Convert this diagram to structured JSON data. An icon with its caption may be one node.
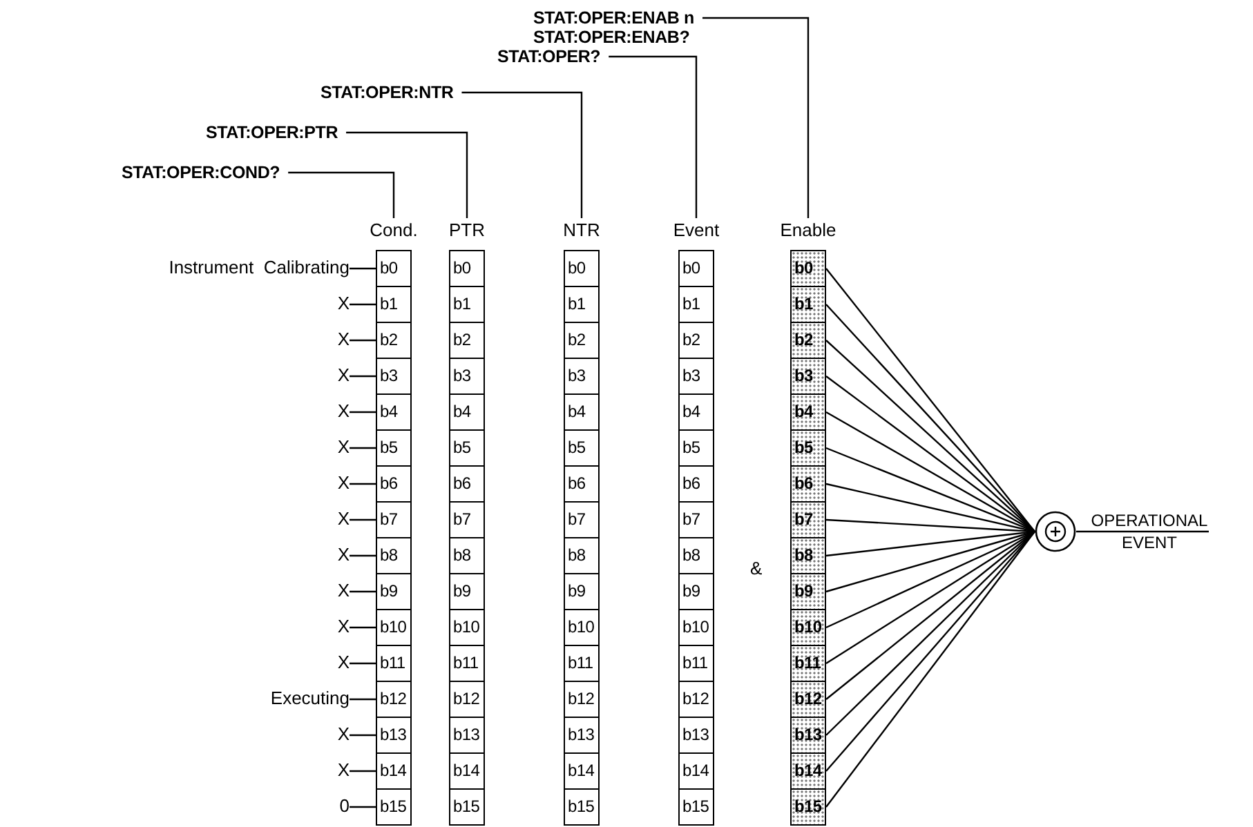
{
  "diagram": {
    "nodes": [
      {
        "text": [
          "STAT:OPER:ENAB  n",
          "STAT:OPER:ENAB?"
        ]
      },
      {
        "text": [
          "STAT:OPER?"
        ]
      },
      {
        "text": [
          "STAT:OPER:NTR"
        ]
      },
      {
        "text": [
          "STAT:OPER:PTR"
        ]
      },
      {
        "text": [
          "STAT:OPER:COND?"
        ]
      },
      {
        "text": [
          "Instrument  Calibrating"
        ]
      },
      {
        "text": [
          "X"
        ]
      },
      {
        "text": [
          "X"
        ]
      },
      {
        "text": [
          "X"
        ]
      },
      {
        "text": [
          "X"
        ]
      },
      {
        "text": [
          "X"
        ]
      },
      {
        "text": [
          "X"
        ]
      },
      {
        "text": [
          "X"
        ]
      },
      {
        "text": [
          "X"
        ]
      },
      {
        "text": [
          "X"
        ]
      },
      {
        "text": [
          "X"
        ]
      },
      {
        "text": [
          "X"
        ]
      },
      {
        "text": [
          "Executing"
        ]
      },
      {
        "text": [
          "X"
        ]
      },
      {
        "text": [
          "X"
        ]
      },
      {
        "text": [
          "0"
        ]
      },
      {
        "text": [
          "Cond."
        ]
      },
      {
        "text": [
          "b0"
        ],
        "in": 21
      },
      {
        "text": [
          "b1"
        ],
        "in": 21
      },
      {
        "text": [
          "b2"
        ],
        "in": 21
      },
      {
        "text": [
          "b3"
        ],
        "in": 21
      },
      {
        "text": [
          "b4"
        ],
        "in": 21
      },
      {
        "text": [
          "b5"
        ],
        "in": 21
      },
      {
        "text": [
          "b6"
        ],
        "in": 21
      },
      {
        "text": [
          "b7"
        ],
        "in": 21
      },
      {
        "text": [
          "b8"
        ],
        "in": 21
      },
      {
        "text": [
          "b9"
        ],
        "in": 21
      },
      {
        "text": [
          "b10"
        ],
        "in": 21
      },
      {
        "text": [
          "b11"
        ],
        "in": 21
      },
      {
        "text": [
          "b12"
        ],
        "in": 21
      },
      {
        "text": [
          "b13"
        ],
        "in": 21
      },
      {
        "text": [
          "b14"
        ],
        "in": 21
      },
      {
        "text": [
          "b15"
        ],
        "in": 21
      },
      {
        "text": [
          "PTR"
        ]
      },
      {
        "text": [
          "b0"
        ],
        "in": 38
      },
      {
        "text": [
          "b1"
        ],
        "in": 38
      },
      {
        "text": [
          "b2"
        ],
        "in": 38
      },
      {
        "text": [
          "b3"
        ],
        "in": 38
      },
      {
        "text": [
          "b4"
        ],
        "in": 38
      },
      {
        "text": [
          "b5"
        ],
        "in": 38
      },
      {
        "text": [
          "b6"
        ],
        "in": 38
      },
      {
        "text": [
          "b7"
        ],
        "in": 38
      },
      {
        "text": [
          "b8"
        ],
        "in": 38
      },
      {
        "text": [
          "b9"
        ],
        "in": 38
      },
      {
        "text": [
          "b10"
        ],
        "in": 38
      },
      {
        "text": [
          "b11"
        ],
        "in": 38
      },
      {
        "text": [
          "b12"
        ],
        "in": 38
      },
      {
        "text": [
          "b13"
        ],
        "in": 38
      },
      {
        "text": [
          "b14"
        ],
        "in": 38
      },
      {
        "text": [
          "b15"
        ],
        "in": 38
      },
      {
        "text": [
          "NTR"
        ]
      },
      {
        "text": [
          "b0"
        ],
        "in": 55
      },
      {
        "text": [
          "b1"
        ],
        "in": 55
      },
      {
        "text": [
          "b2"
        ],
        "in": 55
      },
      {
        "text": [
          "b3"
        ],
        "in": 55
      },
      {
        "text": [
          "b4"
        ],
        "in": 55
      },
      {
        "text": [
          "b5"
        ],
        "in": 55
      },
      {
        "text": [
          "b6"
        ],
        "in": 55
      },
      {
        "text": [
          "b7"
        ],
        "in": 55
      },
      {
        "text": [
          "b8"
        ],
        "in": 55
      },
      {
        "text": [
          "b9"
        ],
        "in": 55
      },
      {
        "text": [
          "b10"
        ],
        "in": 55
      },
      {
        "text": [
          "b11"
        ],
        "in": 55
      },
      {
        "text": [
          "b12"
        ],
        "in": 55
      },
      {
        "text": [
          "b13"
        ],
        "in": 55
      },
      {
        "text": [
          "b14"
        ],
        "in": 55
      },
      {
        "text": [
          "b15"
        ],
        "in": 55
      },
      {
        "text": [
          "Event"
        ]
      },
      {
        "text": [
          "b0"
        ],
        "in": 72
      },
      {
        "text": [
          "b1"
        ],
        "in": 72
      },
      {
        "text": [
          "b2"
        ],
        "in": 72
      },
      {
        "text": [
          "b3"
        ],
        "in": 72
      },
      {
        "text": [
          "b4"
        ],
        "in": 72
      },
      {
        "text": [
          "b5"
        ],
        "in": 72
      },
      {
        "text": [
          "b6"
        ],
        "in": 72
      },
      {
        "text": [
          "b7"
        ],
        "in": 72
      },
      {
        "text": [
          "b8"
        ],
        "in": 72
      },
      {
        "text": [
          "b9"
        ],
        "in": 72
      },
      {
        "text": [
          "b10"
        ],
        "in": 72
      },
      {
        "text": [
          "b11"
        ],
        "in": 72
      },
      {
        "text": [
          "b12"
        ],
        "in": 72
      },
      {
        "text": [
          "b13"
        ],
        "in": 72
      },
      {
        "text": [
          "b14"
        ],
        "in": 72
      },
      {
        "text": [
          "b15"
        ],
        "in": 72
      },
      {
        "text": [
          "Enable"
        ]
      },
      {
        "text": [
          "b0"
        ],
        "in": 89
      },
      {
        "text": [
          "b1"
        ],
        "in": 89
      },
      {
        "text": [
          "b2"
        ],
        "in": 89
      },
      {
        "text": [
          "b3"
        ],
        "in": 89
      },
      {
        "text": [
          "b4"
        ],
        "in": 89
      },
      {
        "text": [
          "b5"
        ],
        "in": 89
      },
      {
        "text": [
          "b6"
        ],
        "in": 89
      },
      {
        "text": [
          "b7"
        ],
        "in": 89
      },
      {
        "text": [
          "b8"
        ],
        "in": 89
      },
      {
        "text": [
          "b9"
        ],
        "in": 89
      },
      {
        "text": [
          "b10"
        ],
        "in": 89
      },
      {
        "text": [
          "b11"
        ],
        "in": 89
      },
      {
        "text": [
          "b12"
        ],
        "in": 89
      },
      {
        "text": [
          "b13"
        ],
        "in": 89
      },
      {
        "text": [
          "b14"
        ],
        "in": 89
      },
      {
        "text": [
          "b15"
        ],
        "in": 89
      },
      {
        "text": [],
        "shape": "circle"
      },
      {
        "text": [
          "OPERATIONAL EVENT"
        ]
      }
    ],
    "edges": [
      {
        "from": 0,
        "to": 89,
        "arrow": "none"
      },
      {
        "from": 1,
        "to": 72,
        "arrow": "none"
      },
      {
        "from": 2,
        "to": 55,
        "arrow": "none"
      },
      {
        "from": 3,
        "to": 38,
        "arrow": "none"
      },
      {
        "from": 4,
        "to": 21,
        "arrow": "none"
      },
      {
        "from": 5,
        "to": 22,
        "arrow": "none"
      },
      {
        "from": 6,
        "to": 23,
        "arrow": "none"
      },
      {
        "from": 7,
        "to": 24,
        "arrow": "none"
      },
      {
        "from": 8,
        "to": 25,
        "arrow": "none"
      },
      {
        "from": 9,
        "to": 26,
        "arrow": "none"
      },
      {
        "from": 10,
        "to": 27,
        "arrow": "none"
      },
      {
        "from": 11,
        "to": 28,
        "arrow": "none"
      },
      {
        "from": 12,
        "to": 29,
        "arrow": "none"
      },
      {
        "from": 13,
        "to": 30,
        "arrow": "none"
      },
      {
        "from": 14,
        "to": 31,
        "arrow": "none"
      },
      {
        "from": 15,
        "to": 32,
        "arrow": "none"
      },
      {
        "from": 16,
        "to": 33,
        "arrow": "none"
      },
      {
        "from": 17,
        "to": 34,
        "arrow": "none"
      },
      {
        "from": 18,
        "to": 35,
        "arrow": "none"
      },
      {
        "from": 19,
        "to": 36,
        "arrow": "none"
      },
      {
        "from": 20,
        "to": 37,
        "arrow": "none"
      },
      {
        "from": 90,
        "to": 106,
        "arrow": "none"
      },
      {
        "from": 91,
        "to": 106,
        "arrow": "none"
      },
      {
        "from": 92,
        "to": 106,
        "arrow": "none"
      },
      {
        "from": 93,
        "to": 106,
        "arrow": "none"
      },
      {
        "from": 94,
        "to": 106,
        "arrow": "none"
      },
      {
        "from": 95,
        "to": 106,
        "arrow": "none"
      },
      {
        "from": 96,
        "to": 106,
        "arrow": "none"
      },
      {
        "from": 97,
        "to": 106,
        "arrow": "none"
      },
      {
        "from": 98,
        "to": 106,
        "arrow": "none"
      },
      {
        "from": 99,
        "to": 106,
        "arrow": "none"
      },
      {
        "from": 100,
        "to": 106,
        "arrow": "none"
      },
      {
        "from": 101,
        "to": 106,
        "arrow": "none"
      },
      {
        "from": 102,
        "to": 106,
        "arrow": "none"
      },
      {
        "from": 103,
        "to": 106,
        "arrow": "none"
      },
      {
        "from": 104,
        "to": 106,
        "arrow": "none"
      },
      {
        "from": 105,
        "to": 106,
        "arrow": "none"
      },
      {
        "from": 106,
        "to": 107,
        "arrow": "none"
      }
    ],
    "labels": [
      "&"
    ]
  }
}
